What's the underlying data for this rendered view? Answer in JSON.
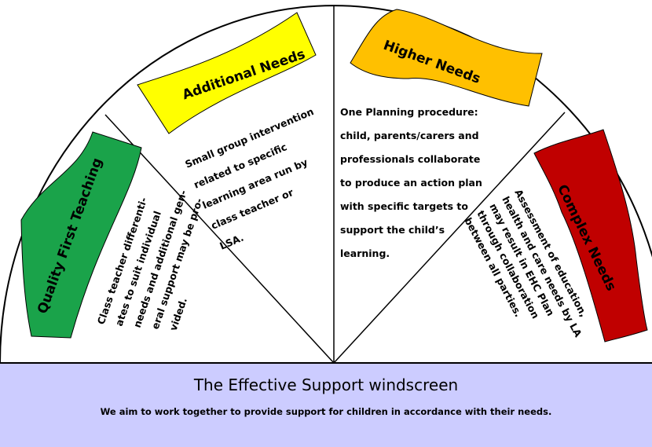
{
  "segments": [
    {
      "id": "quality-first",
      "banner": "Quality First Teaching",
      "color": "#1aa34a",
      "lines": [
        "Class teacher differenti-",
        "ates to suit individual",
        "needs and additional gen-",
        "eral support may be pro-",
        "vided."
      ]
    },
    {
      "id": "additional",
      "banner": "Additional Needs",
      "color": "#ffff00",
      "lines": [
        "Small group intervention",
        "related to specific",
        "learning area run by",
        "class teacher or",
        "LSA."
      ]
    },
    {
      "id": "higher",
      "banner": "Higher Needs",
      "color": "#ffc000",
      "lines": [
        "One Planning procedure:",
        "child, parents/carers  and",
        "professionals collaborate",
        "to produce an action plan",
        "with specific targets to",
        " support the child’s",
        "learning."
      ]
    },
    {
      "id": "complex",
      "banner": "Complex Needs",
      "color": "#c00000",
      "lines": [
        "Assessment of education,",
        "health and care needs by LA",
        "may result in EHC Plan",
        "through collaboration",
        "between all parties."
      ]
    }
  ],
  "footer": {
    "title": "The Effective Support windscreen",
    "subtitle": "We aim to work together to provide support for children in accordance with their needs.",
    "background": "#ccccff"
  }
}
